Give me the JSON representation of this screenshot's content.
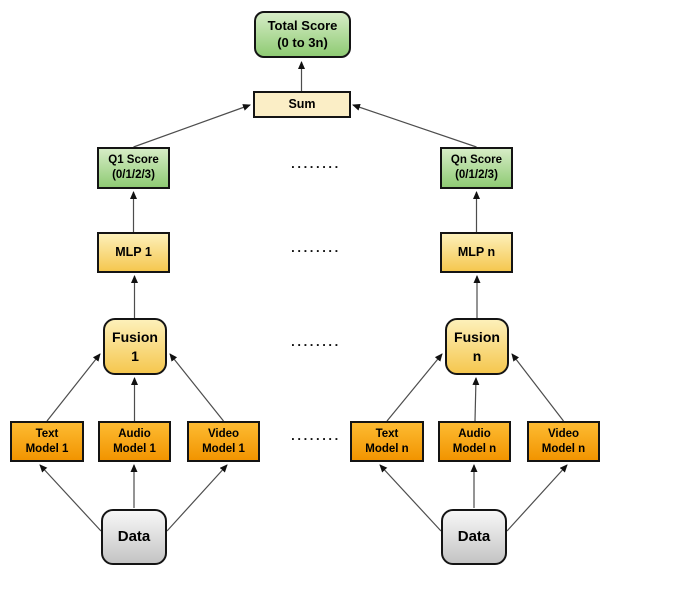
{
  "nodes": {
    "total_score": {
      "line1": "Total Score",
      "line2": "(0 to 3n)"
    },
    "sum": {
      "label": "Sum"
    },
    "q1_score": {
      "line1": "Q1 Score",
      "line2": "(0/1/2/3)"
    },
    "qn_score": {
      "line1": "Qn Score",
      "line2": "(0/1/2/3)"
    },
    "mlp_1": {
      "label": "MLP 1"
    },
    "mlp_n": {
      "label": "MLP n"
    },
    "fusion_1": {
      "line1": "Fusion",
      "line2": "1"
    },
    "fusion_n": {
      "line1": "Fusion",
      "line2": "n"
    },
    "text_model_1": {
      "line1": "Text",
      "line2": "Model 1"
    },
    "audio_model_1": {
      "line1": "Audio",
      "line2": "Model 1"
    },
    "video_model_1": {
      "line1": "Video",
      "line2": "Model 1"
    },
    "text_model_n": {
      "line1": "Text",
      "line2": "Model n"
    },
    "audio_model_n": {
      "line1": "Audio",
      "line2": "Model n"
    },
    "video_model_n": {
      "line1": "Video",
      "line2": "Model n"
    },
    "data_left": {
      "label": "Data"
    },
    "data_right": {
      "label": "Data"
    }
  },
  "ellipsis": "........",
  "colors": {
    "score_green_top": "#d6ecc6",
    "score_green_bottom": "#8fcb74",
    "sum_cream": "#fbeec6",
    "gold_top": "#fdf0b9",
    "gold_bottom": "#f5c74f",
    "model_orange_top": "#fdbb32",
    "model_orange_bottom": "#f29400",
    "data_gray_top": "#f7f7f7",
    "data_gray_bottom": "#c4c4c4",
    "box_border": "#141414",
    "edge_line": "#4d4d4d"
  }
}
